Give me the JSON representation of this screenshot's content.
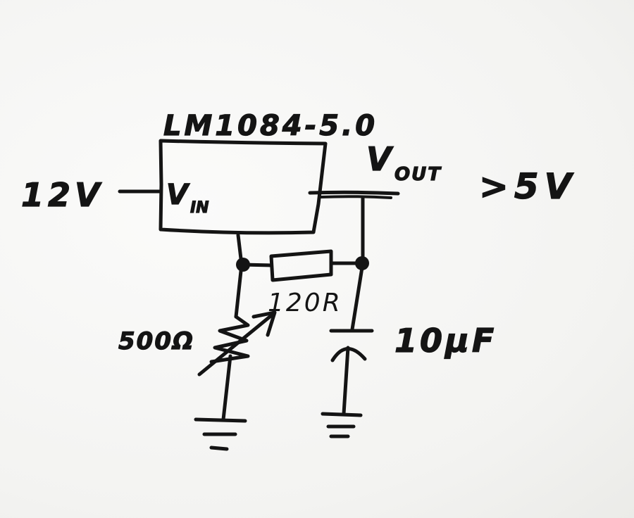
{
  "diagram": {
    "ic_label": "LM1084-5.0",
    "vin_pin": "V",
    "vin_sub": "IN",
    "vout_label": "V",
    "vout_sub": "OUT",
    "input_voltage": "12V",
    "output_voltage": ">5V",
    "resistor_label": "120R",
    "pot_label": "500Ω",
    "capacitor_label": "10µF"
  },
  "colors": {
    "ink": "#141414",
    "paper": "#f6f6f4"
  }
}
